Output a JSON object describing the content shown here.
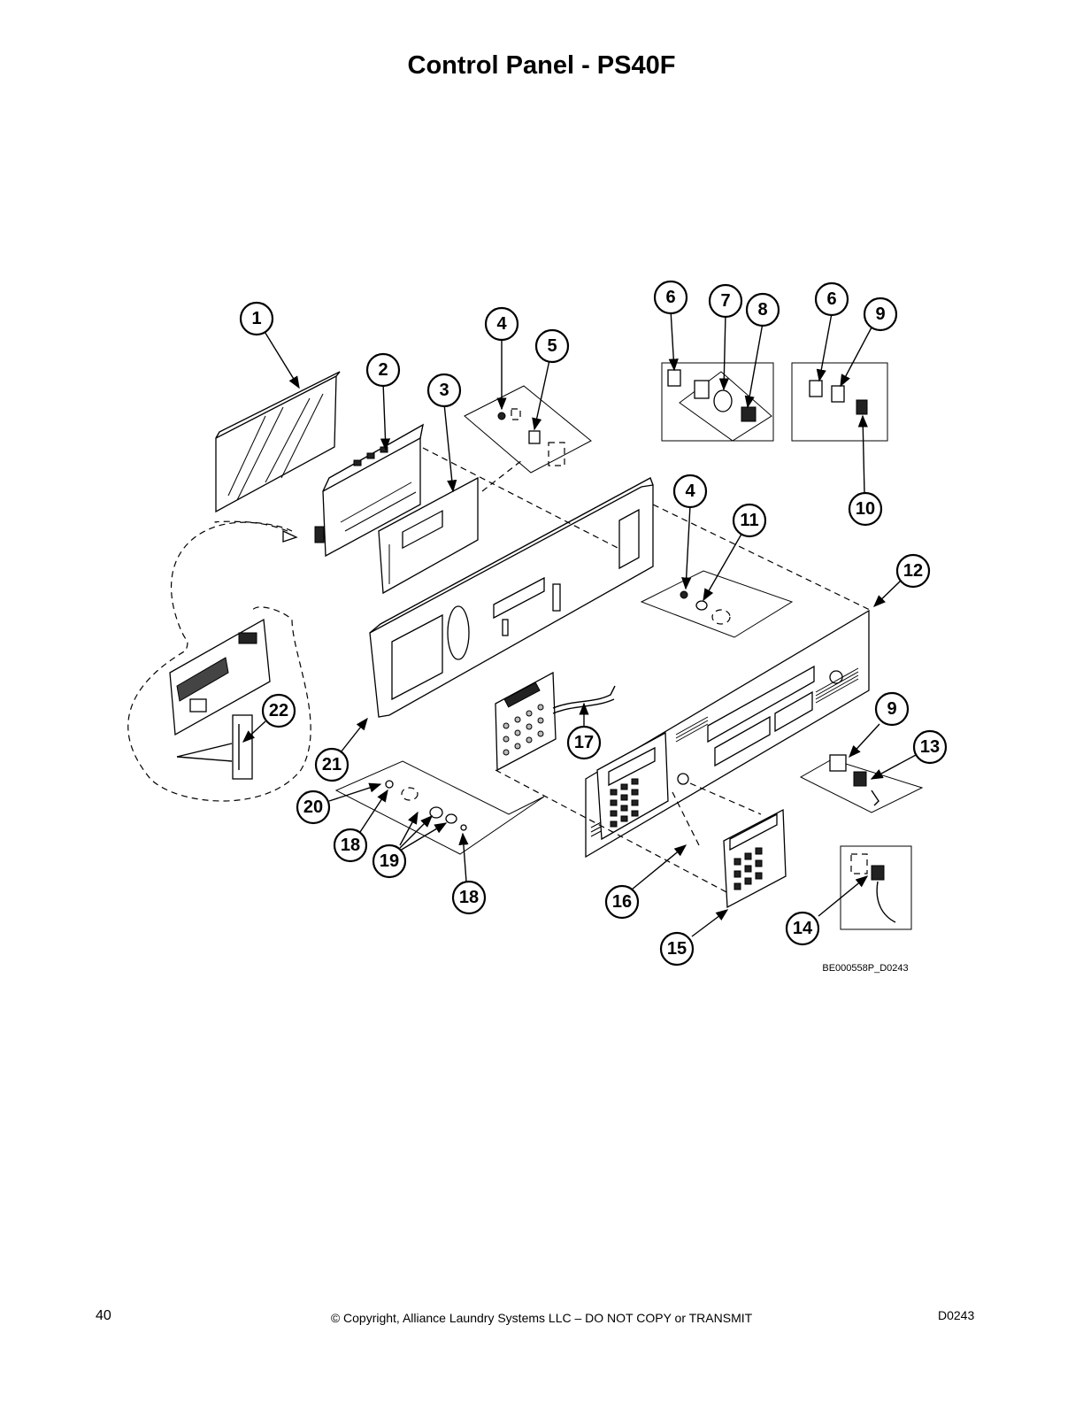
{
  "page": {
    "title": "Control Panel - PS40F",
    "page_number": "40",
    "copyright": "© Copyright, Alliance Laundry Systems LLC – DO NOT COPY or TRANSMIT",
    "doc_code": "D0243"
  },
  "figure": {
    "figure_id": "BE000558P_D0243",
    "callouts": [
      "1",
      "2",
      "3",
      "4",
      "5",
      "6",
      "7",
      "8",
      "6",
      "9",
      "10",
      "4",
      "11",
      "12",
      "22",
      "21",
      "17",
      "9",
      "13",
      "20",
      "18",
      "19",
      "18",
      "16",
      "15",
      "14"
    ]
  }
}
